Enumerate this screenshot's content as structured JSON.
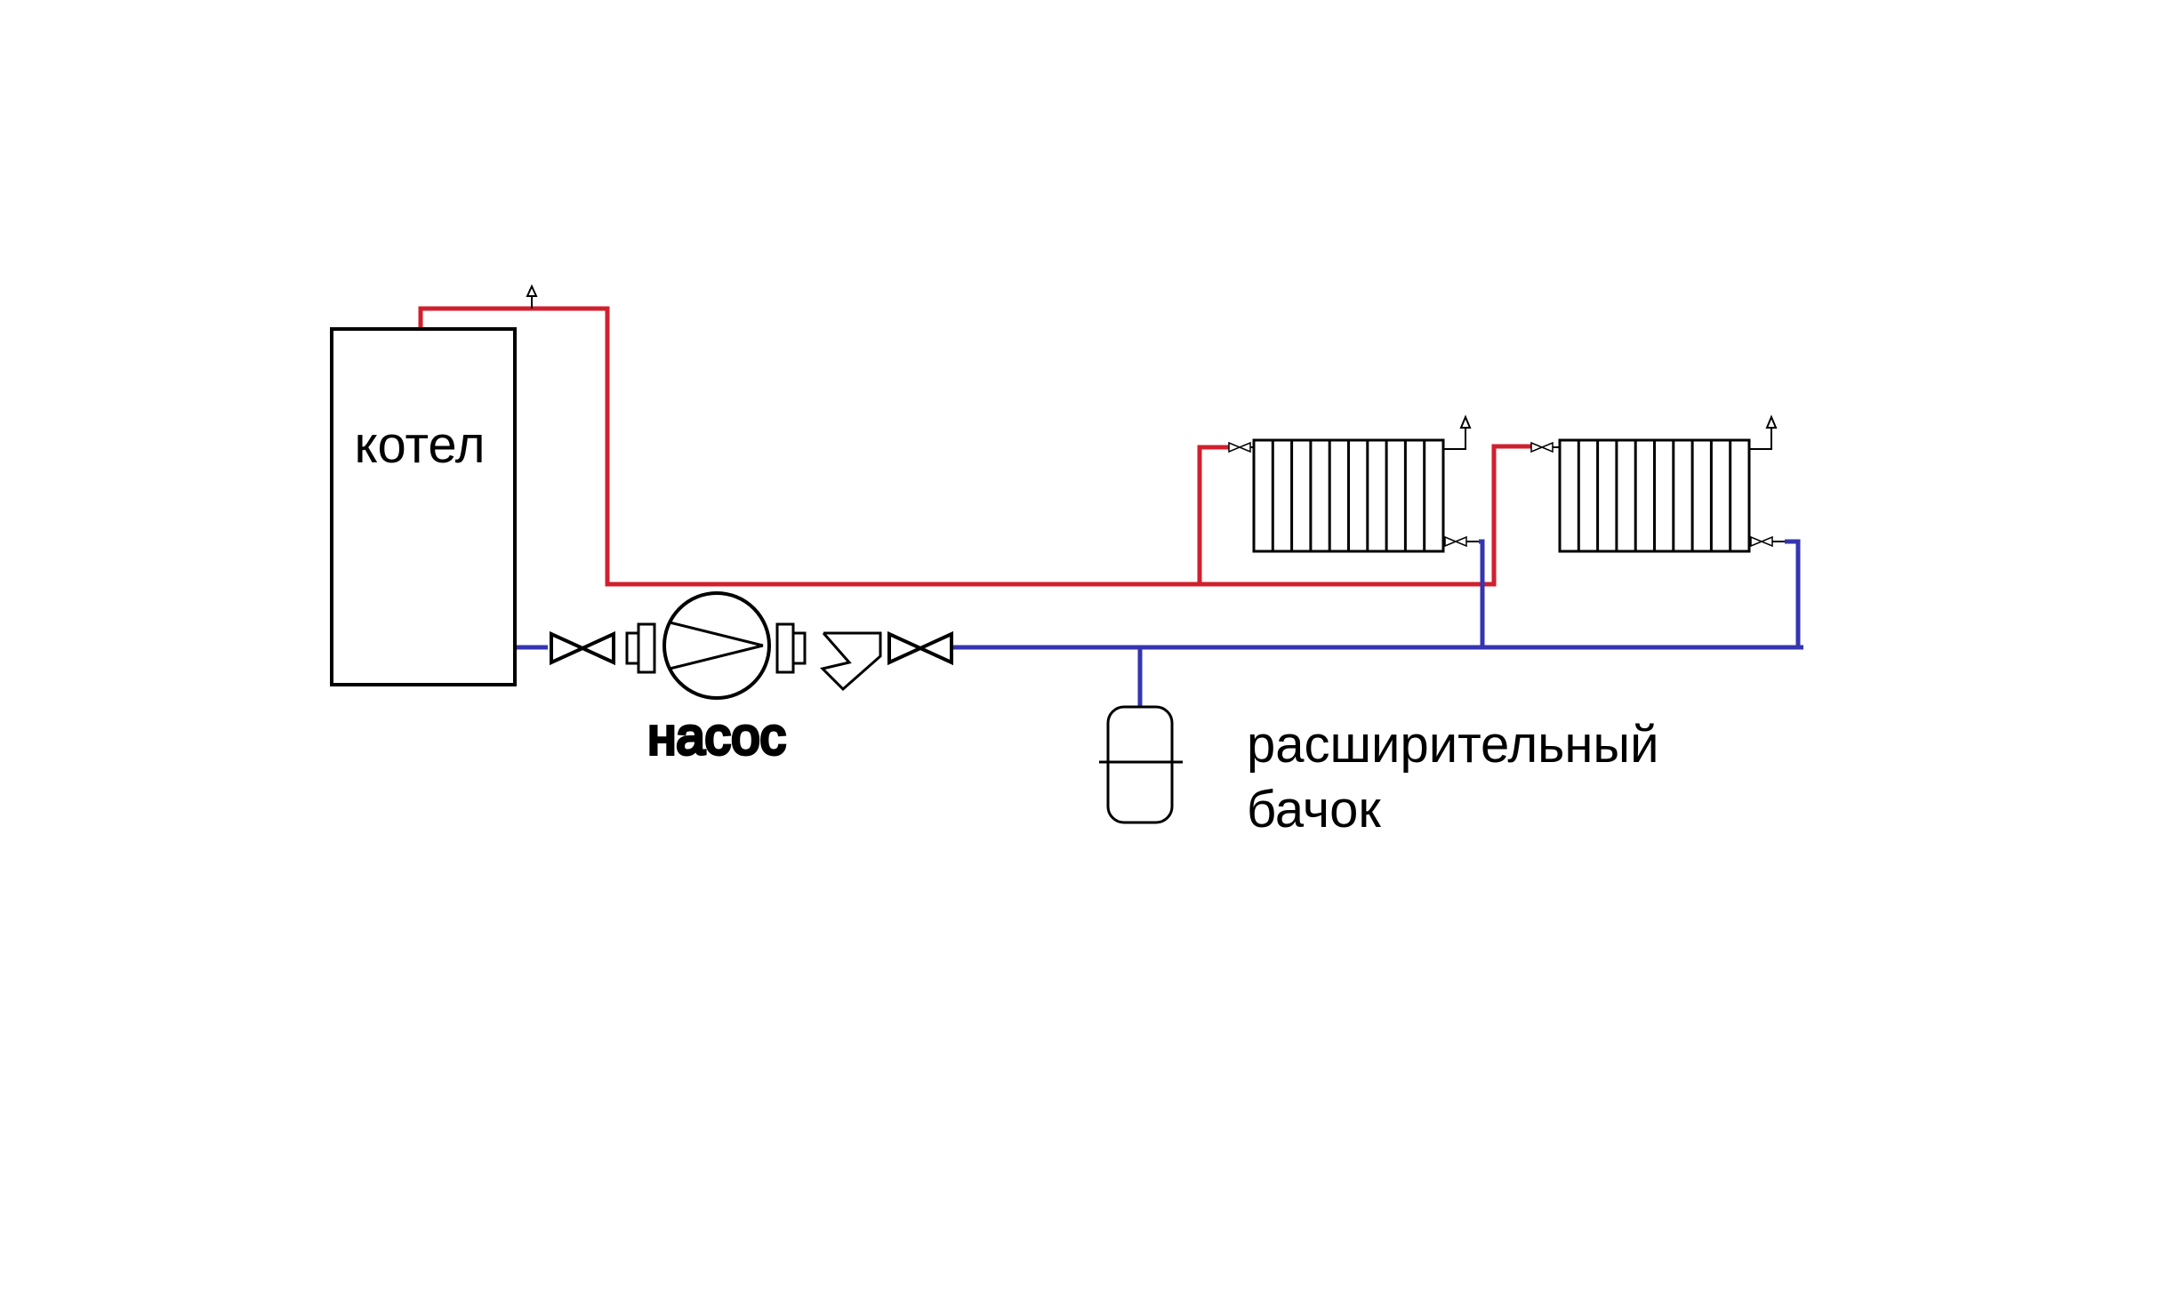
{
  "labels": {
    "boiler": "котел",
    "pump": "насос",
    "expansion_tank_line1": "расширительный",
    "expansion_tank_line2": "бачок"
  },
  "colors": {
    "supply_pipe": "#d0202e",
    "return_pipe": "#3535b0",
    "outline": "#000000",
    "background": "#ffffff"
  },
  "icons": {
    "valve": "bowtie-valve-icon",
    "pump": "circulation-pump-icon",
    "filter": "y-strainer-icon",
    "air_vent": "air-vent-icon",
    "radiator": "sectional-radiator-icon",
    "tank": "expansion-tank-icon"
  },
  "components": {
    "radiator_count": 2
  }
}
